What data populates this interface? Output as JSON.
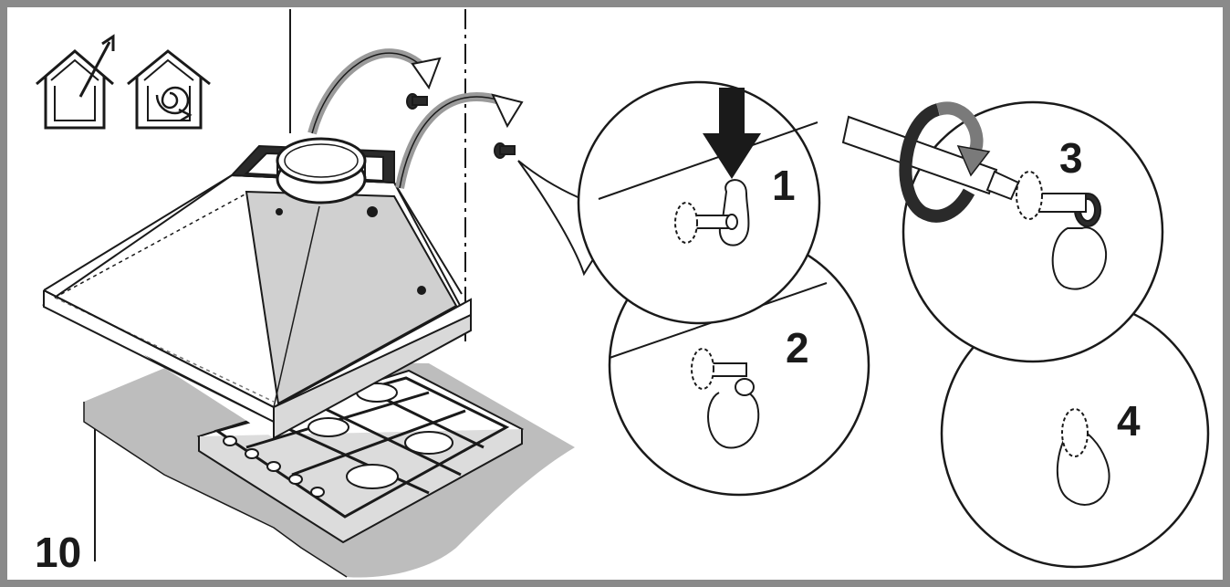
{
  "figure": {
    "number": "10"
  },
  "steps": [
    {
      "label": "1",
      "action": "push-down"
    },
    {
      "label": "2",
      "action": "seated"
    },
    {
      "label": "3",
      "action": "tighten-screw"
    },
    {
      "label": "4",
      "action": "done"
    }
  ],
  "mode_icons": [
    "ducted-exhaust-icon",
    "recirculation-icon"
  ],
  "colors": {
    "line": "#1a1a1a",
    "frame": "#8a8a8a",
    "shade": "#bdbdbd",
    "light": "#d9d9d9"
  }
}
